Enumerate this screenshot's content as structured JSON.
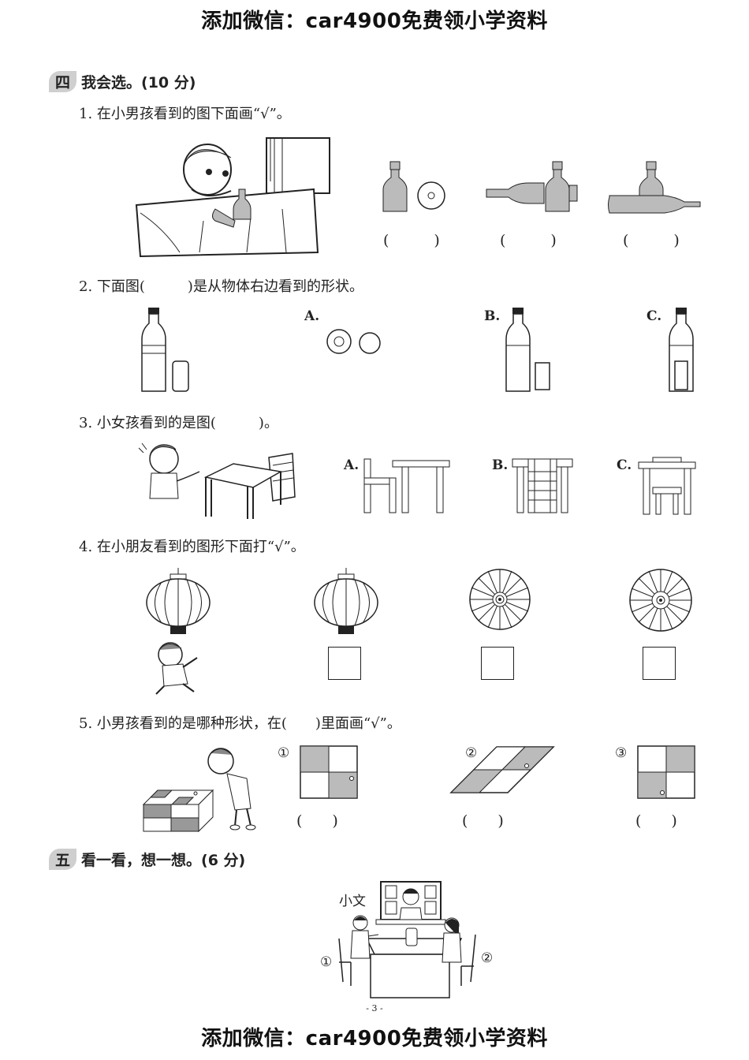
{
  "watermark": "添加微信：car4900免费领小学资料",
  "section4": {
    "badge": "四",
    "title": "我会选。(10 分)",
    "q1": {
      "text": "1. 在小男孩看到的图下面画“√”。",
      "parens": [
        "(　　　)",
        "(　　　)",
        "(　　　)"
      ]
    },
    "q2": {
      "text": "2. 下面图(　　　)是从物体右边看到的形状。",
      "options": [
        "A.",
        "B.",
        "C."
      ]
    },
    "q3": {
      "text": "3. 小女孩看到的是图(　　　)。",
      "options": [
        "A.",
        "B.",
        "C."
      ]
    },
    "q4": {
      "text": "4. 在小朋友看到的图形下面打“√”。"
    },
    "q5": {
      "text": "5. 小男孩看到的是哪种形状，在(　　)里面画“√”。",
      "options": [
        "①",
        "②",
        "③"
      ],
      "parens": [
        "(　　)",
        "(　　)",
        "(　　)"
      ]
    }
  },
  "section5": {
    "badge": "五",
    "title": "看一看，想一想。(6 分)",
    "labels": {
      "xiaowen": "小文",
      "one": "①",
      "two": "②"
    }
  },
  "page_number": "- 3 -",
  "icons": [
    "boy-at-table-illustration",
    "bottle-icon",
    "lantern-icon",
    "umbrella-top-icon",
    "girl-illustration",
    "table-chair-icon",
    "box-icon"
  ],
  "colors": {
    "shade": "#bdbdbd",
    "ink": "#222222",
    "badge": "#cfcfcf"
  }
}
